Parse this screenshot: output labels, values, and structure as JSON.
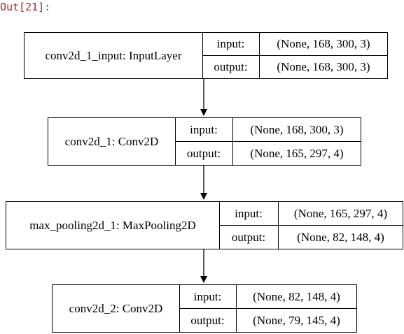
{
  "out_prompt": "Out[21]:",
  "layers": [
    {
      "name": "conv2d_1_input: InputLayer",
      "input_label": "input:",
      "input_shape": "(None, 168, 300, 3)",
      "output_label": "output:",
      "output_shape": "(None, 168, 300, 3)"
    },
    {
      "name": "conv2d_1: Conv2D",
      "input_label": "input:",
      "input_shape": "(None, 168, 300, 3)",
      "output_label": "output:",
      "output_shape": "(None, 165, 297, 4)"
    },
    {
      "name": "max_pooling2d_1: MaxPooling2D",
      "input_label": "input:",
      "input_shape": "(None, 165, 297, 4)",
      "output_label": "output:",
      "output_shape": "(None, 82, 148, 4)"
    },
    {
      "name": "conv2d_2: Conv2D",
      "input_label": "input:",
      "input_shape": "(None, 82, 148, 4)",
      "output_label": "output:",
      "output_shape": "(None, 79, 145, 4)"
    }
  ],
  "colors": {
    "prompt": "#b22222",
    "stroke": "#000000"
  }
}
